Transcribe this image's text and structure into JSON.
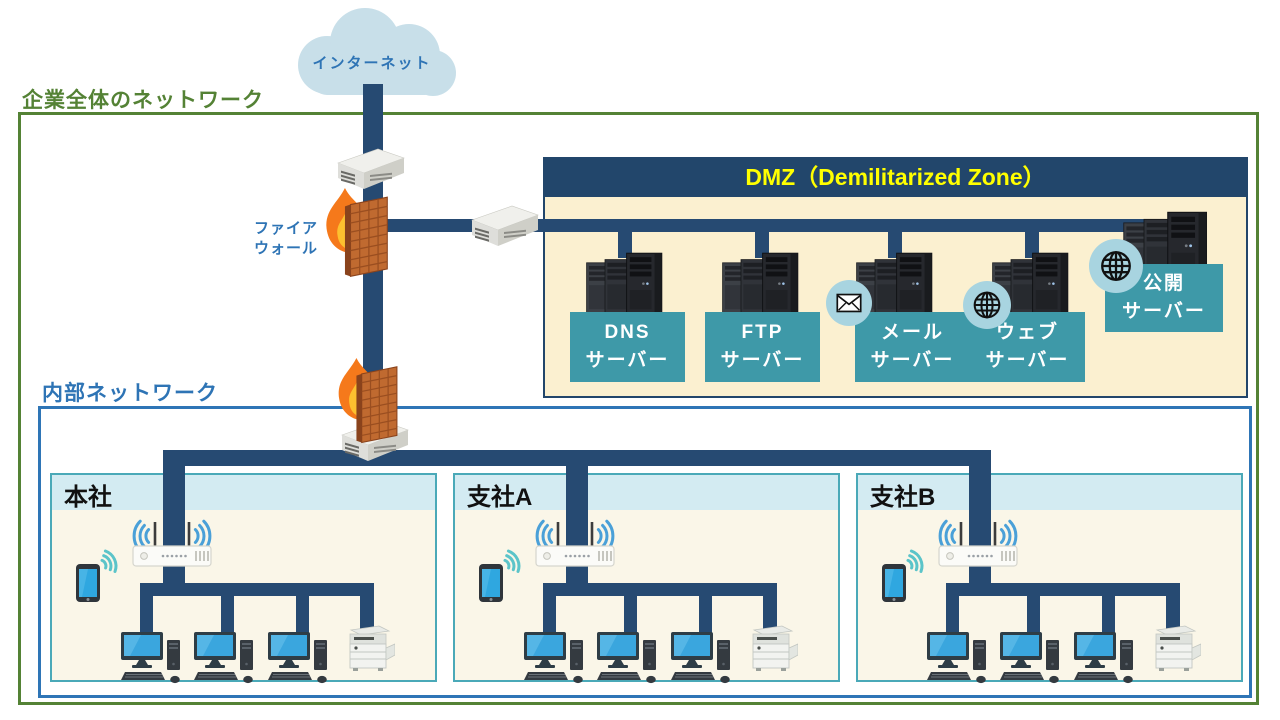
{
  "labels": {
    "internet": "インターネット",
    "enterprise": "企業全体のネットワーク",
    "internal": "内部ネットワーク",
    "firewall_line1": "ファイア",
    "firewall_line2": "ウォール"
  },
  "dmz": {
    "title": "DMZ（Demilitarized Zone）",
    "servers": [
      {
        "line1": "DNS",
        "line2": "サーバー"
      },
      {
        "line1": "FTP",
        "line2": "サーバー"
      },
      {
        "line1": "メール",
        "line2": "サーバー"
      },
      {
        "line1": "ウェブ",
        "line2": "サーバー"
      },
      {
        "line1": "公開",
        "line2": "サーバー"
      }
    ]
  },
  "branches": [
    {
      "name": "本社"
    },
    {
      "name": "支社A"
    },
    {
      "name": "支社B"
    }
  ],
  "colors": {
    "line_navy": "#264a72",
    "dmz_header": "#22466b",
    "dmz_title_text": "#ffff00",
    "dmz_body": "#fbf0d0",
    "server_label": "#3e99a8",
    "badge_bg": "#a8d4e0",
    "enterprise_green": "#548235",
    "internal_blue": "#2e75b6",
    "branch_border": "#4aa9b8",
    "branch_header": "#d3ebf2",
    "branch_body": "#faf6e8",
    "cloud_fill": "#c8dfe9",
    "label_blue": "#2e74b5",
    "text_dark": "#111111"
  }
}
